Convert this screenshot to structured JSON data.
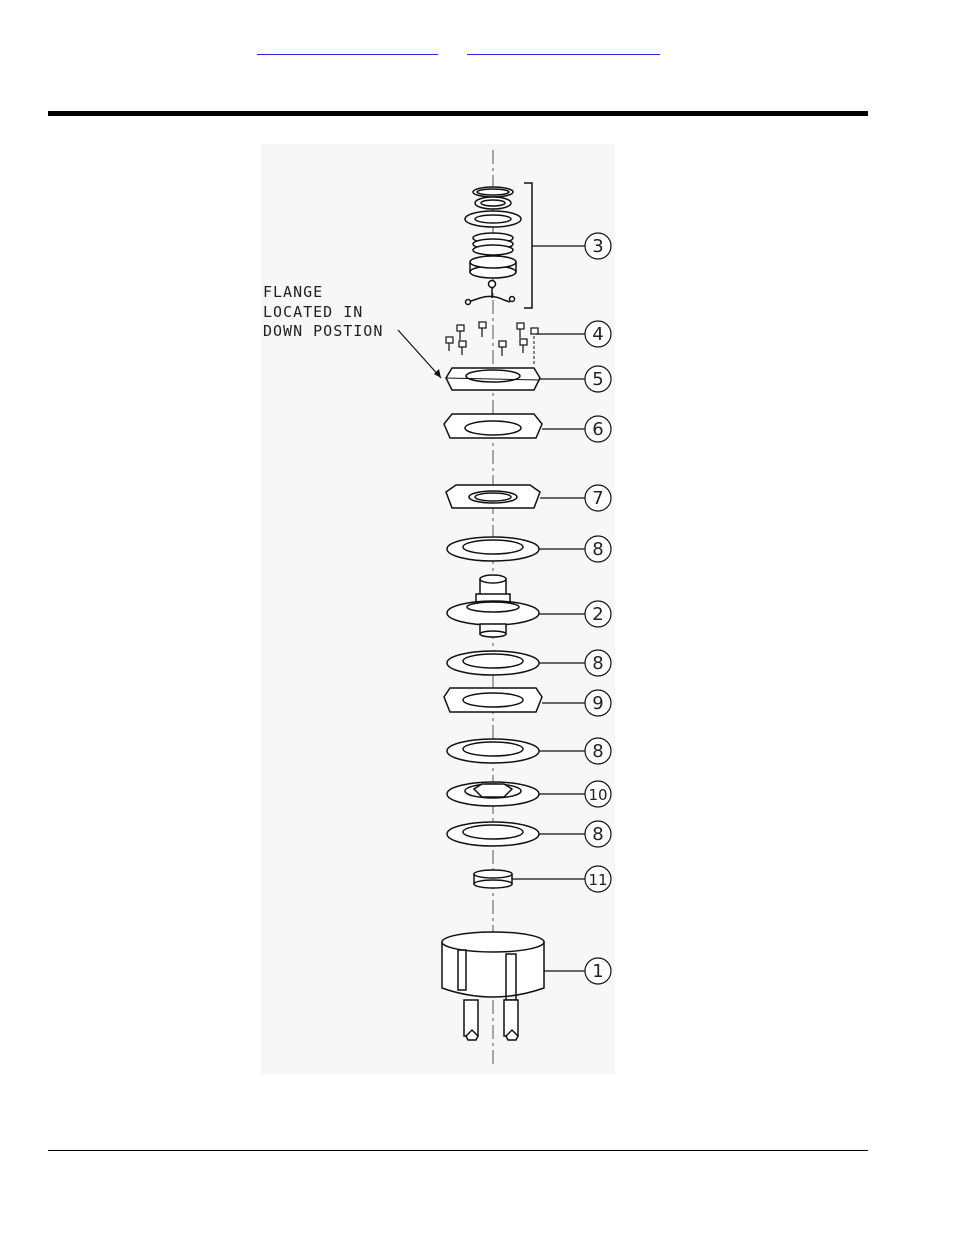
{
  "header": {
    "nav_link_1": "",
    "nav_link_2": ""
  },
  "diagram": {
    "note_lines": [
      "FLANGE",
      "LOCATED IN",
      "DOWN POSTION"
    ],
    "callouts": [
      "3",
      "4",
      "5",
      "6",
      "7",
      "8",
      "2",
      "8",
      "9",
      "8",
      "10",
      "8",
      "11",
      "1"
    ]
  }
}
